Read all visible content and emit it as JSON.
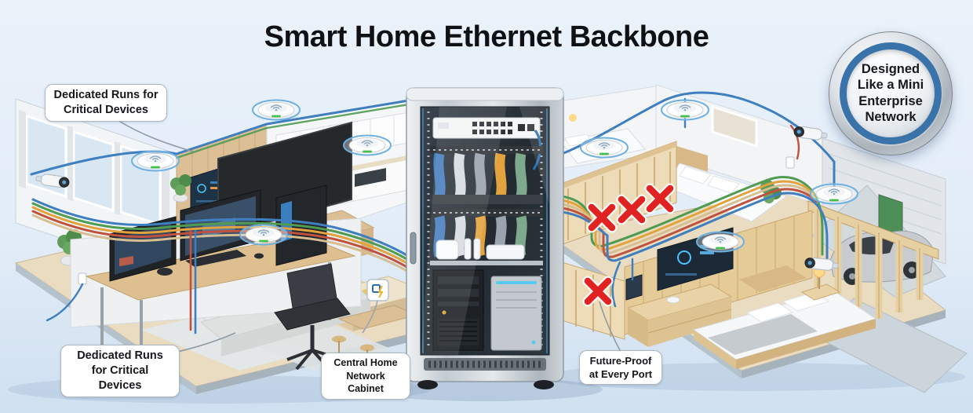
{
  "title": "Smart Home Ethernet Backbone",
  "badge": {
    "lines": [
      "Designed",
      "Like a Mini",
      "Enterprise",
      "Network"
    ]
  },
  "callouts": [
    {
      "id": "dedicated-runs-top-left",
      "lines": [
        "Dedicated Runs for",
        "Critical Devices"
      ]
    },
    {
      "id": "dedicated-runs-bottom-left",
      "lines": [
        "Dedicated Runs",
        "for Critical Devices"
      ]
    },
    {
      "id": "central-cabinet",
      "lines": [
        "Central Home",
        "Network Cabinet"
      ]
    },
    {
      "id": "future-proof",
      "lines": [
        "Future-Proof",
        "at Every Port"
      ]
    }
  ],
  "colors": {
    "background_top": "#eaf2fa",
    "background_bottom": "#cfe0f0",
    "cable_blue": "#3f7fc0",
    "cable_green": "#4f9b52",
    "cable_orange": "#e2a33e",
    "cable_red": "#bf5340",
    "cable_tan": "#d7bd92",
    "red_x": "#e02222",
    "badge_ring_blue": "#3a72aa",
    "ap_halo_blue": "#6fb0e0",
    "ap_led_green": "#46c04a"
  },
  "icons": {
    "wifi_ap": "ceiling-wifi-access-point-disc",
    "security_camera": "bullet-security-camera",
    "red_x": "✕",
    "wall_port": "ethernet-wall-plate"
  },
  "scene": {
    "wifi_ap_count": 8,
    "camera_count": 3,
    "red_x_count": 4
  }
}
